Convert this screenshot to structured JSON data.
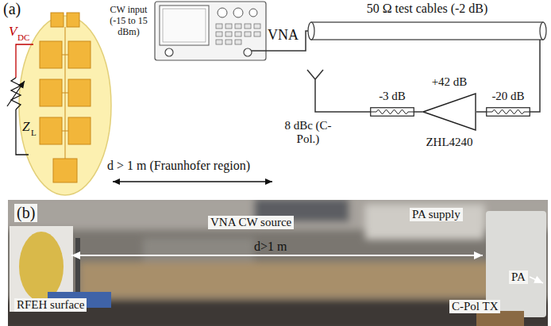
{
  "diagram": {
    "nodes": [
      {
        "text": [
          "VNA"
        ]
      },
      {
        "text": [
          "50 Ω test cables (-2 dB)"
        ]
      },
      {
        "text": [
          "-20 dB"
        ]
      },
      {
        "text": [
          "+42 dB",
          "ZHL4240"
        ]
      },
      {
        "text": [
          "-3 dB"
        ]
      }
    ],
    "edges": [
      {
        "from": 0,
        "to": 1,
        "arrow": "none"
      },
      {
        "from": 1,
        "to": 2,
        "arrow": "none"
      },
      {
        "from": 2,
        "to": 3,
        "arrow": "none"
      },
      {
        "from": 3,
        "to": 4,
        "arrow": "none"
      }
    ],
    "labels": [
      "(a)",
      "V",
      "DC",
      "Z",
      "L",
      "CW input (-15 to 15 dBm)",
      "d > 1 m (Fraunhofer region)",
      "8 dBc (C-Pol.)",
      "(b)",
      "VNA CW source",
      "PA supply",
      "d>1 m",
      "RFEH surface",
      "C-Pol TX",
      "PA"
    ]
  }
}
